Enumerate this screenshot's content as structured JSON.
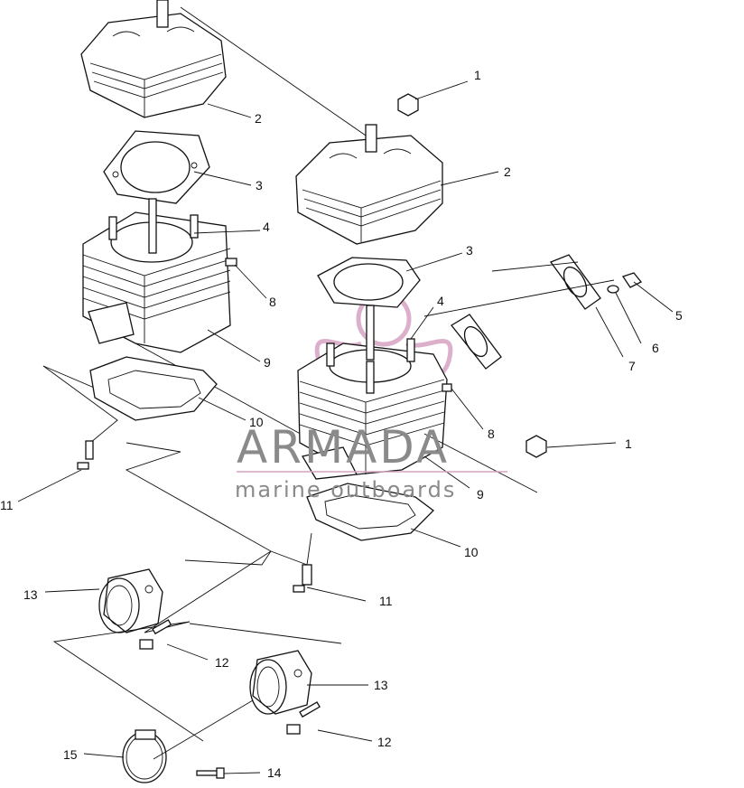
{
  "diagram": {
    "labels": {
      "cyl_left": {
        "l2": "2",
        "l3": "3",
        "l4": "4",
        "l8": "8",
        "l9": "9",
        "l10": "10",
        "l11": "11"
      },
      "cyl_right": {
        "l1_top": "1",
        "l2": "2",
        "l3": "3",
        "l4": "4",
        "l5": "5",
        "l6": "6",
        "l7": "7",
        "l8": "8",
        "l1_mid": "1",
        "l9": "9",
        "l10": "10",
        "l11": "11"
      },
      "intake": {
        "l13_left": "13",
        "l12_left": "12",
        "l13_right": "13",
        "l12_right": "12",
        "l15": "15",
        "l14": "14"
      }
    }
  },
  "watermark": {
    "brand": "ARMADA",
    "tagline": "marine outboards",
    "colors": {
      "text": "#8a8a8a",
      "icon": "#d6a2c3"
    }
  }
}
